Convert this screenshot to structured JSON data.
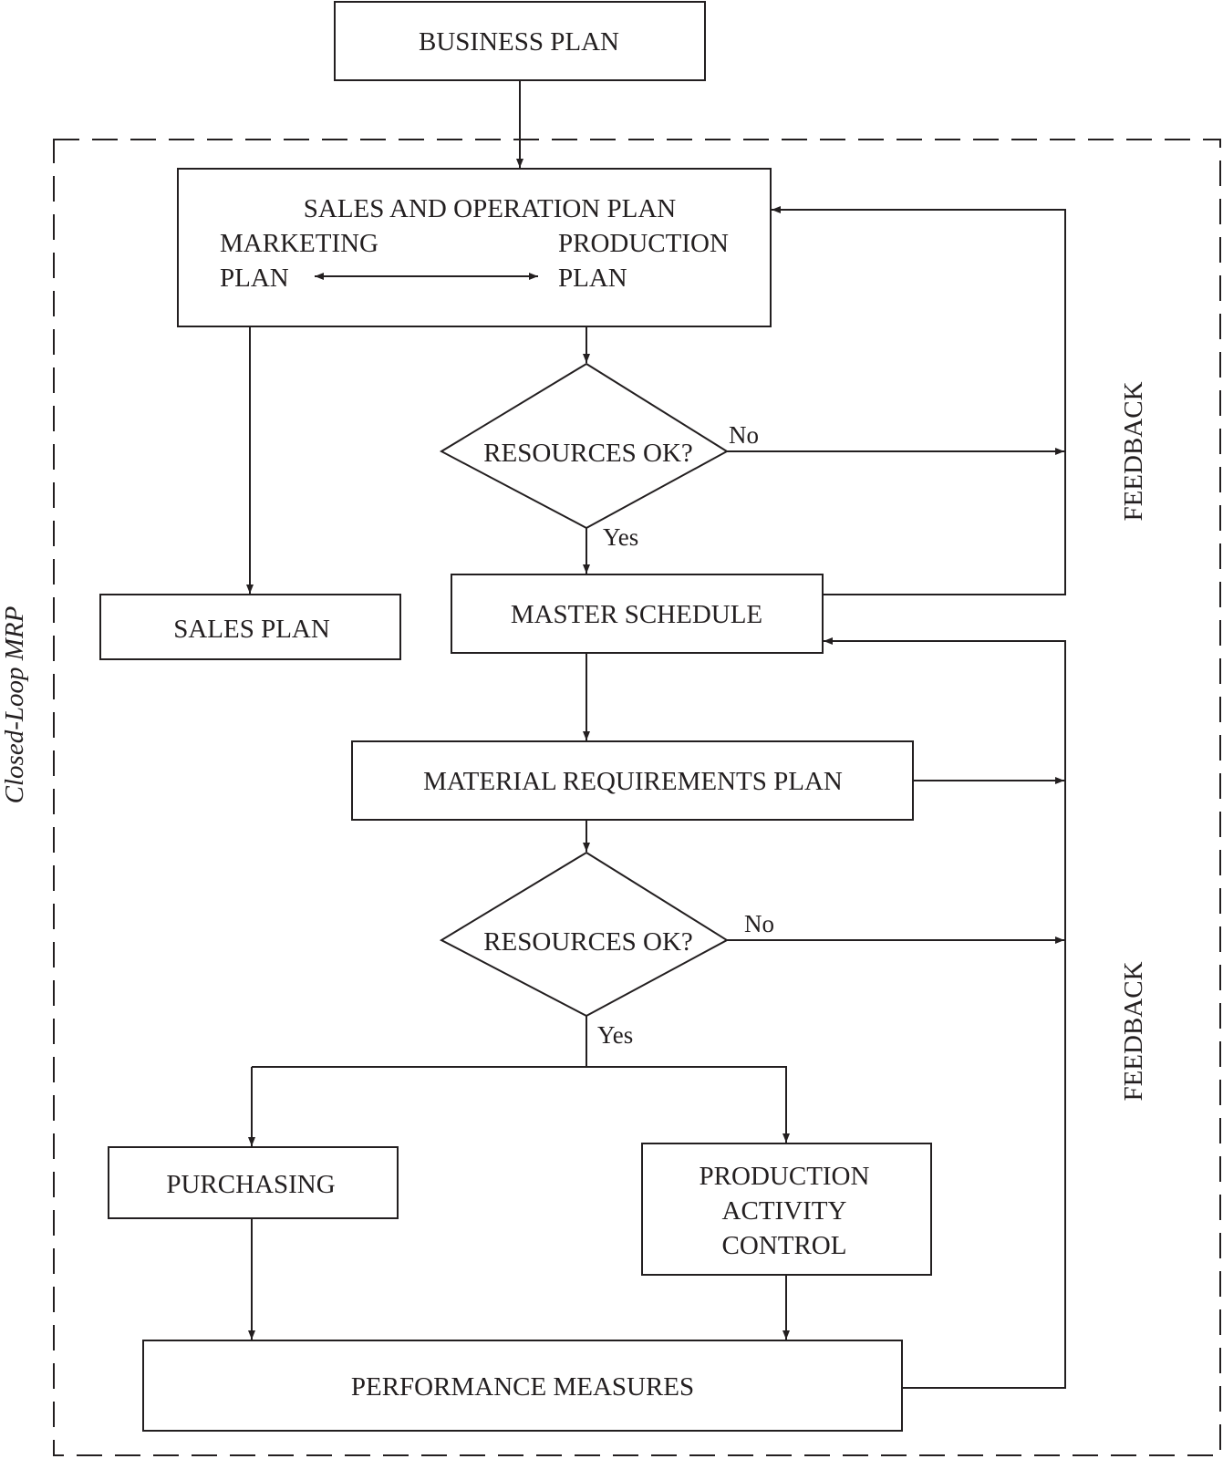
{
  "boundary_label": "Closed-Loop MRP",
  "nodes": {
    "business_plan": "BUSINESS PLAN",
    "sop_title": "SALES AND OPERATION PLAN",
    "marketing_plan_line1": "MARKETING",
    "marketing_plan_line2": "PLAN",
    "production_plan_line1": "PRODUCTION",
    "production_plan_line2": "PLAN",
    "resources_check_1": "RESOURCES OK?",
    "sales_plan": "SALES PLAN",
    "master_schedule": "MASTER SCHEDULE",
    "mrp": "MATERIAL REQUIREMENTS PLAN",
    "resources_check_2": "RESOURCES OK?",
    "purchasing": "PURCHASING",
    "pac_line1": "PRODUCTION",
    "pac_line2": "ACTIVITY",
    "pac_line3": "CONTROL",
    "performance_measures": "PERFORMANCE MEASURES"
  },
  "edge_labels": {
    "no_1": "No",
    "yes_1": "Yes",
    "no_2": "No",
    "yes_2": "Yes"
  },
  "feedback_labels": {
    "upper": "FEEDBACK",
    "lower": "FEEDBACK"
  }
}
